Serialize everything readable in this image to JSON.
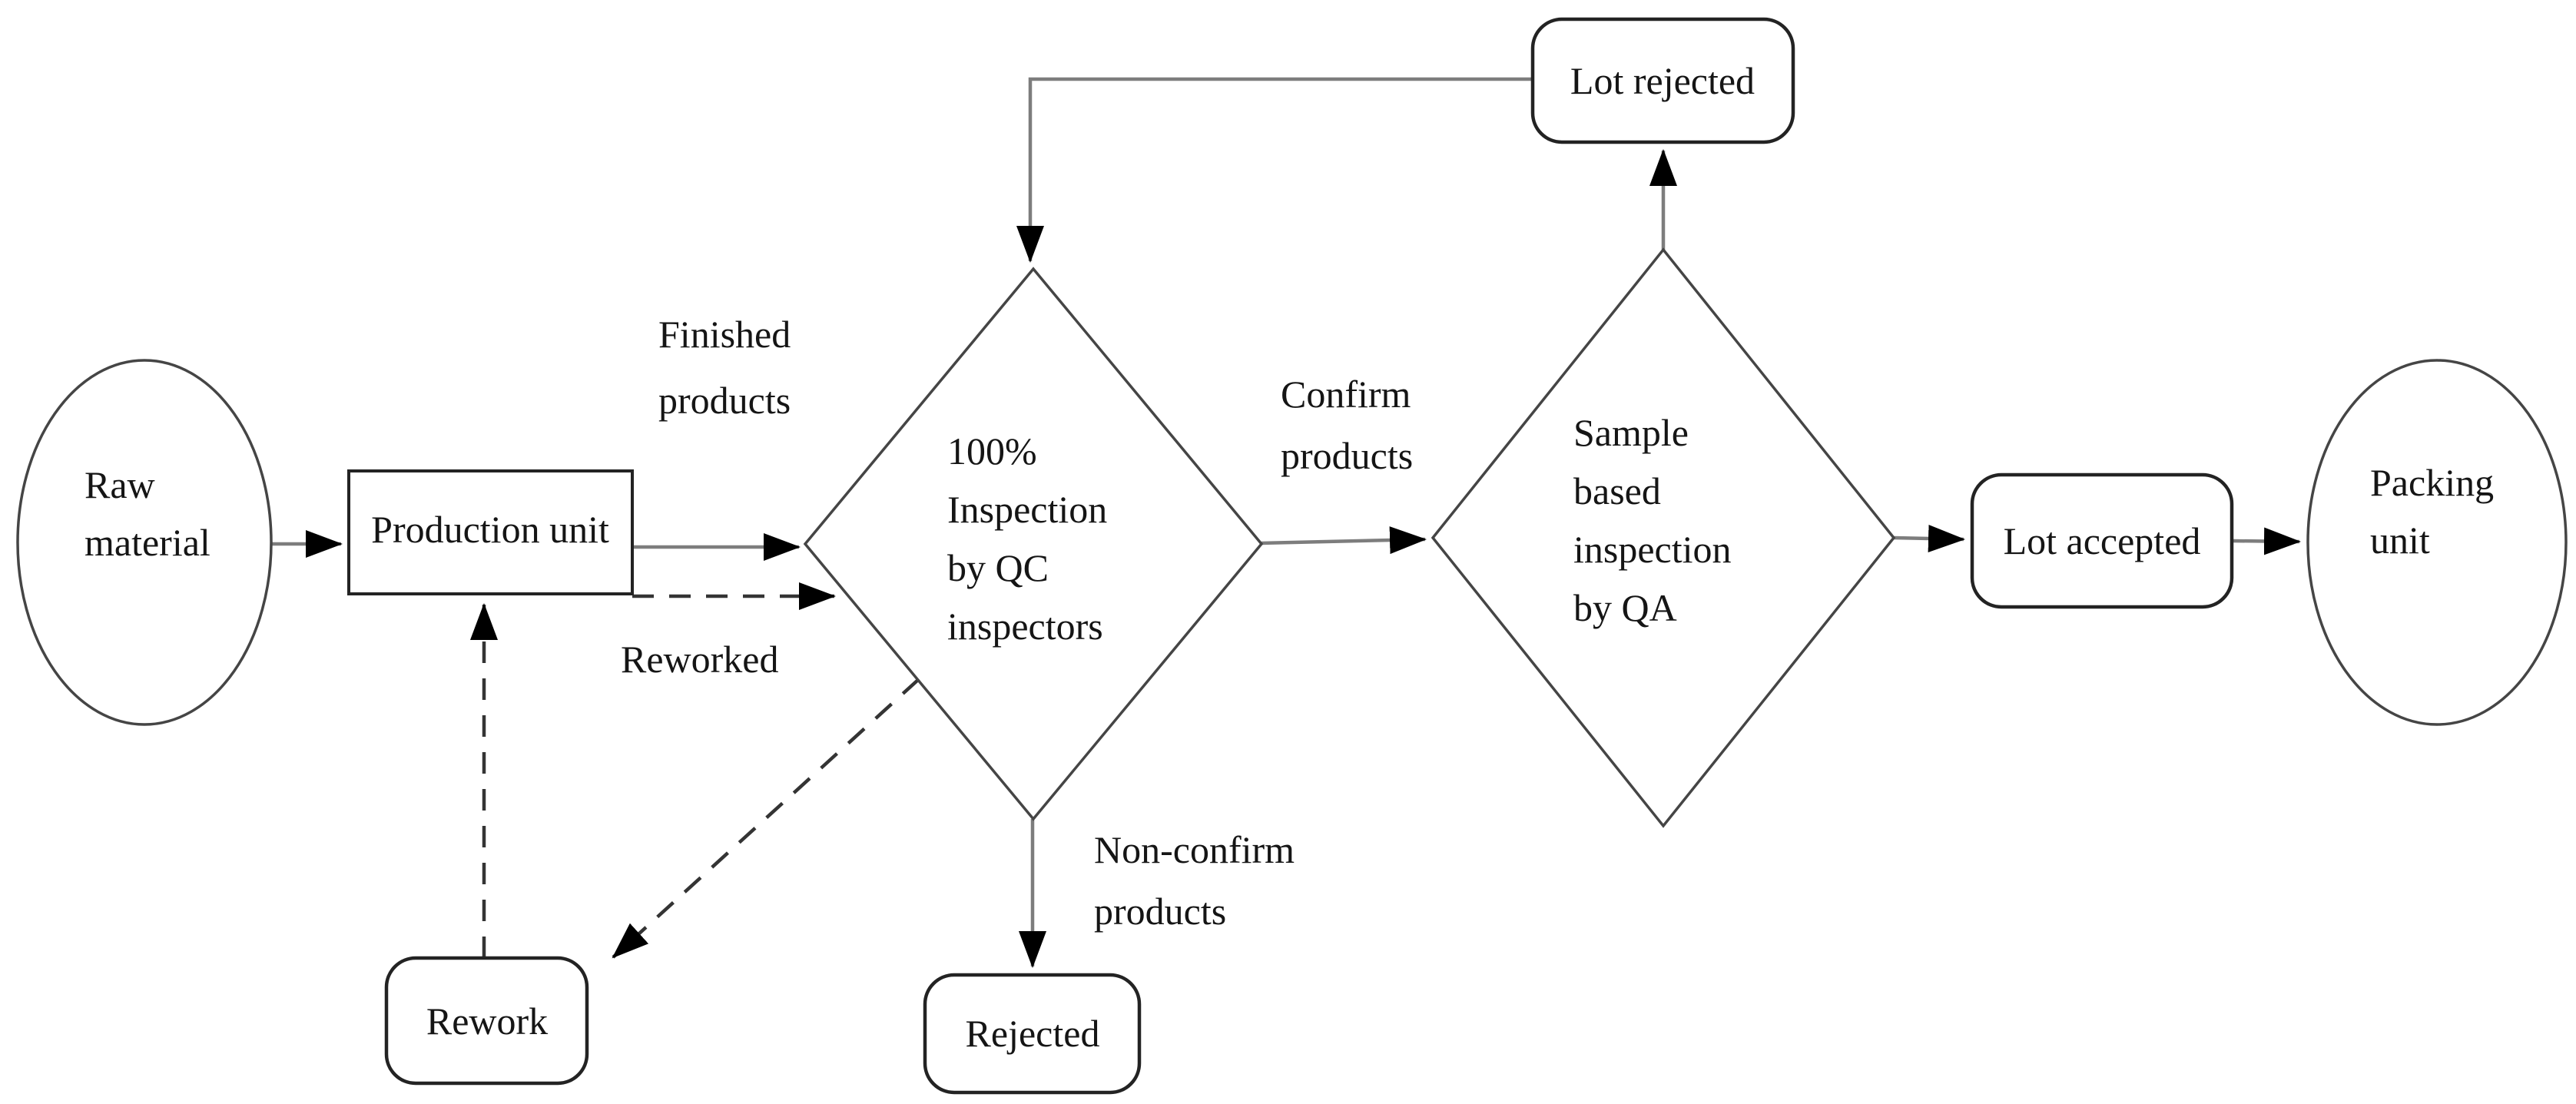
{
  "style": {
    "bg": "#ffffff",
    "shape_stroke": "#454545",
    "box_stroke": "#232323",
    "connector": "#7d7d7d",
    "dashed": "#343434",
    "arrowhead": "#000000",
    "text": "#151515"
  },
  "nodes": {
    "raw_material": {
      "type": "ellipse",
      "lines": [
        "Raw",
        "material"
      ]
    },
    "production_unit": {
      "type": "rect",
      "label": "Production unit"
    },
    "qc_inspection": {
      "type": "diamond",
      "lines": [
        "100%",
        "Inspection",
        "by QC",
        "inspectors"
      ]
    },
    "qa_inspection": {
      "type": "diamond",
      "lines": [
        "Sample",
        "based",
        "inspection",
        "by QA"
      ]
    },
    "lot_rejected": {
      "type": "rounded-rect",
      "label": "Lot rejected"
    },
    "lot_accepted": {
      "type": "rounded-rect",
      "label": "Lot accepted"
    },
    "packing_unit": {
      "type": "ellipse",
      "lines": [
        "Packing",
        "unit"
      ]
    },
    "rework": {
      "type": "rounded-rect",
      "label": "Rework"
    },
    "rejected": {
      "type": "rounded-rect",
      "label": "Rejected"
    }
  },
  "edge_labels": {
    "finished_products": {
      "lines": [
        "Finished",
        "products"
      ]
    },
    "reworked": {
      "label": "Reworked"
    },
    "confirm_products": {
      "lines": [
        "Confirm",
        "products"
      ]
    },
    "non_confirm_products": {
      "lines": [
        "Non-confirm",
        "products"
      ]
    }
  },
  "edges": [
    {
      "from": "raw_material",
      "to": "production_unit",
      "style": "solid",
      "label": ""
    },
    {
      "from": "production_unit",
      "to": "qc_inspection",
      "style": "solid",
      "label": "Finished products"
    },
    {
      "from": "qc_inspection",
      "to": "qa_inspection",
      "style": "solid",
      "label": "Confirm products"
    },
    {
      "from": "qa_inspection",
      "to": "lot_accepted",
      "style": "solid",
      "label": ""
    },
    {
      "from": "lot_accepted",
      "to": "packing_unit",
      "style": "solid",
      "label": ""
    },
    {
      "from": "qa_inspection",
      "to": "lot_rejected",
      "style": "solid",
      "label": ""
    },
    {
      "from": "lot_rejected",
      "to": "qc_inspection",
      "style": "solid",
      "label": ""
    },
    {
      "from": "qc_inspection",
      "to": "rejected",
      "style": "solid",
      "label": "Non-confirm products"
    },
    {
      "from": "production_unit",
      "to": "qc_inspection",
      "style": "dashed",
      "label": "Reworked"
    },
    {
      "from": "qc_inspection",
      "to": "rework",
      "style": "dashed",
      "label": ""
    },
    {
      "from": "rework",
      "to": "production_unit",
      "style": "dashed",
      "label": ""
    }
  ]
}
